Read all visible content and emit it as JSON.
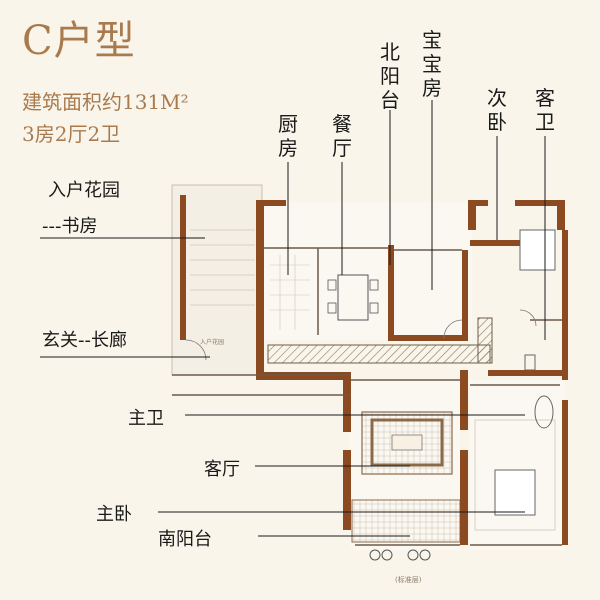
{
  "title": "C户型",
  "area_text": "建筑面积约131M²",
  "layout_text": "3房2厅2卫",
  "labels": {
    "kitchen": "厨房",
    "dining": "餐厅",
    "north_balcony": "北阳台",
    "baby_room": "宝宝房",
    "second_bedroom": "次卧",
    "guest_bath": "客卫",
    "entry_garden": "入户花园",
    "study": "---书房",
    "foyer_corridor": "玄关--长廊",
    "master_bath": "主卫",
    "living_room": "客厅",
    "master_bedroom": "主卧",
    "south_balcony": "南阳台"
  },
  "plan_tags": {
    "entry": "入户花园",
    "bottom": "(标准层)"
  },
  "colors": {
    "wall": "#8b4a1f",
    "title": "#a97a4e",
    "line": "#1a1a1a"
  }
}
